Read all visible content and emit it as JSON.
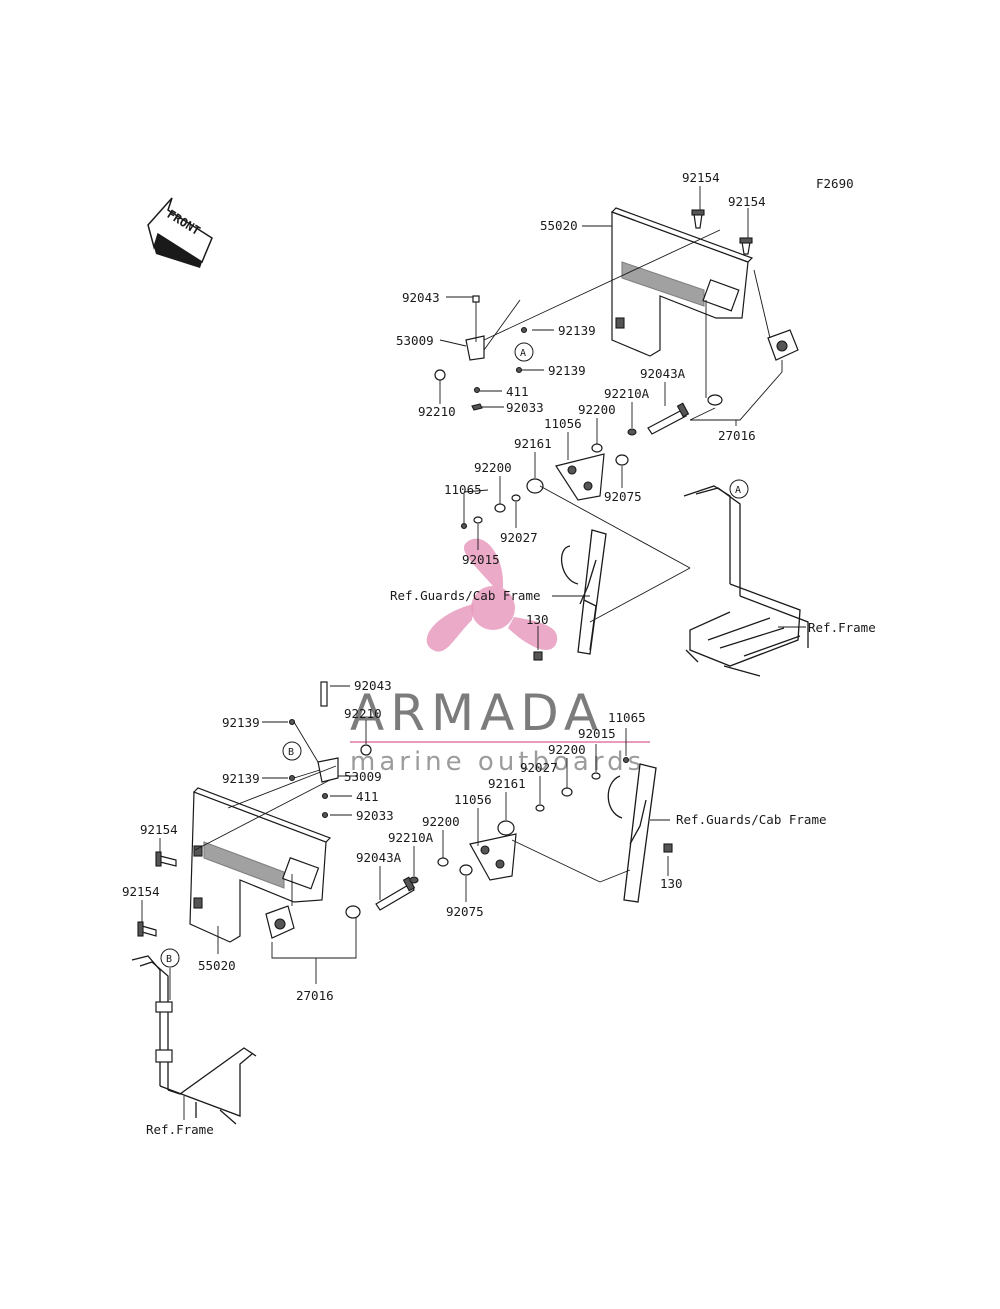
{
  "figure_code": "F2690",
  "front_label": "FRONT",
  "watermark": {
    "name": "ARMADA",
    "tagline": "marine outboards",
    "accent_color": "#e79bbd"
  },
  "callouts": [
    "92154",
    "92154",
    "55020",
    "92043",
    "92139",
    "53009",
    "A",
    "92139",
    "411",
    "92210",
    "92033",
    "92043A",
    "92210A",
    "92200",
    "27016",
    "11056",
    "92161",
    "92200",
    "11065",
    "92075",
    "92027",
    "92015",
    "A",
    "Ref.Guards/Cab Frame",
    "130",
    "Ref.Frame",
    "92043",
    "92139",
    "92210",
    "B",
    "92139",
    "53009",
    "411",
    "92033",
    "11065",
    "92015",
    "92200",
    "92027",
    "92161",
    "11056",
    "92200",
    "92210A",
    "92043A",
    "Ref.Guards/Cab Frame",
    "130",
    "92154",
    "92154",
    "92075",
    "55020",
    "27016",
    "B",
    "Ref.Frame"
  ]
}
